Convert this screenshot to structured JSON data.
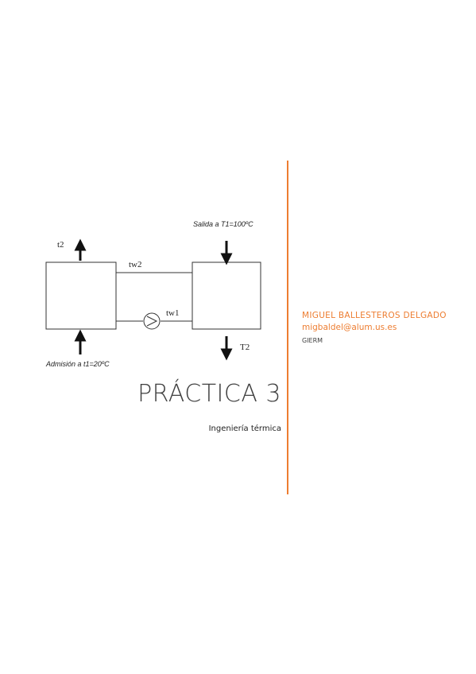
{
  "diagram": {
    "label_t2": "t2",
    "label_tw2": "tw2",
    "label_tw1": "tw1",
    "label_T2": "T2",
    "label_salida": "Salida a T1=100ºC",
    "label_admision": "Admisión a t1=20ºC"
  },
  "cover": {
    "title": "PRÁCTICA 3",
    "subtitle": "Ingeniería térmica",
    "accent_color": "#ED7D31"
  },
  "author": {
    "name": "MIGUEL BALLESTEROS DELGADO",
    "email": "migbaldel@alum.us.es",
    "org": "GIERM"
  }
}
